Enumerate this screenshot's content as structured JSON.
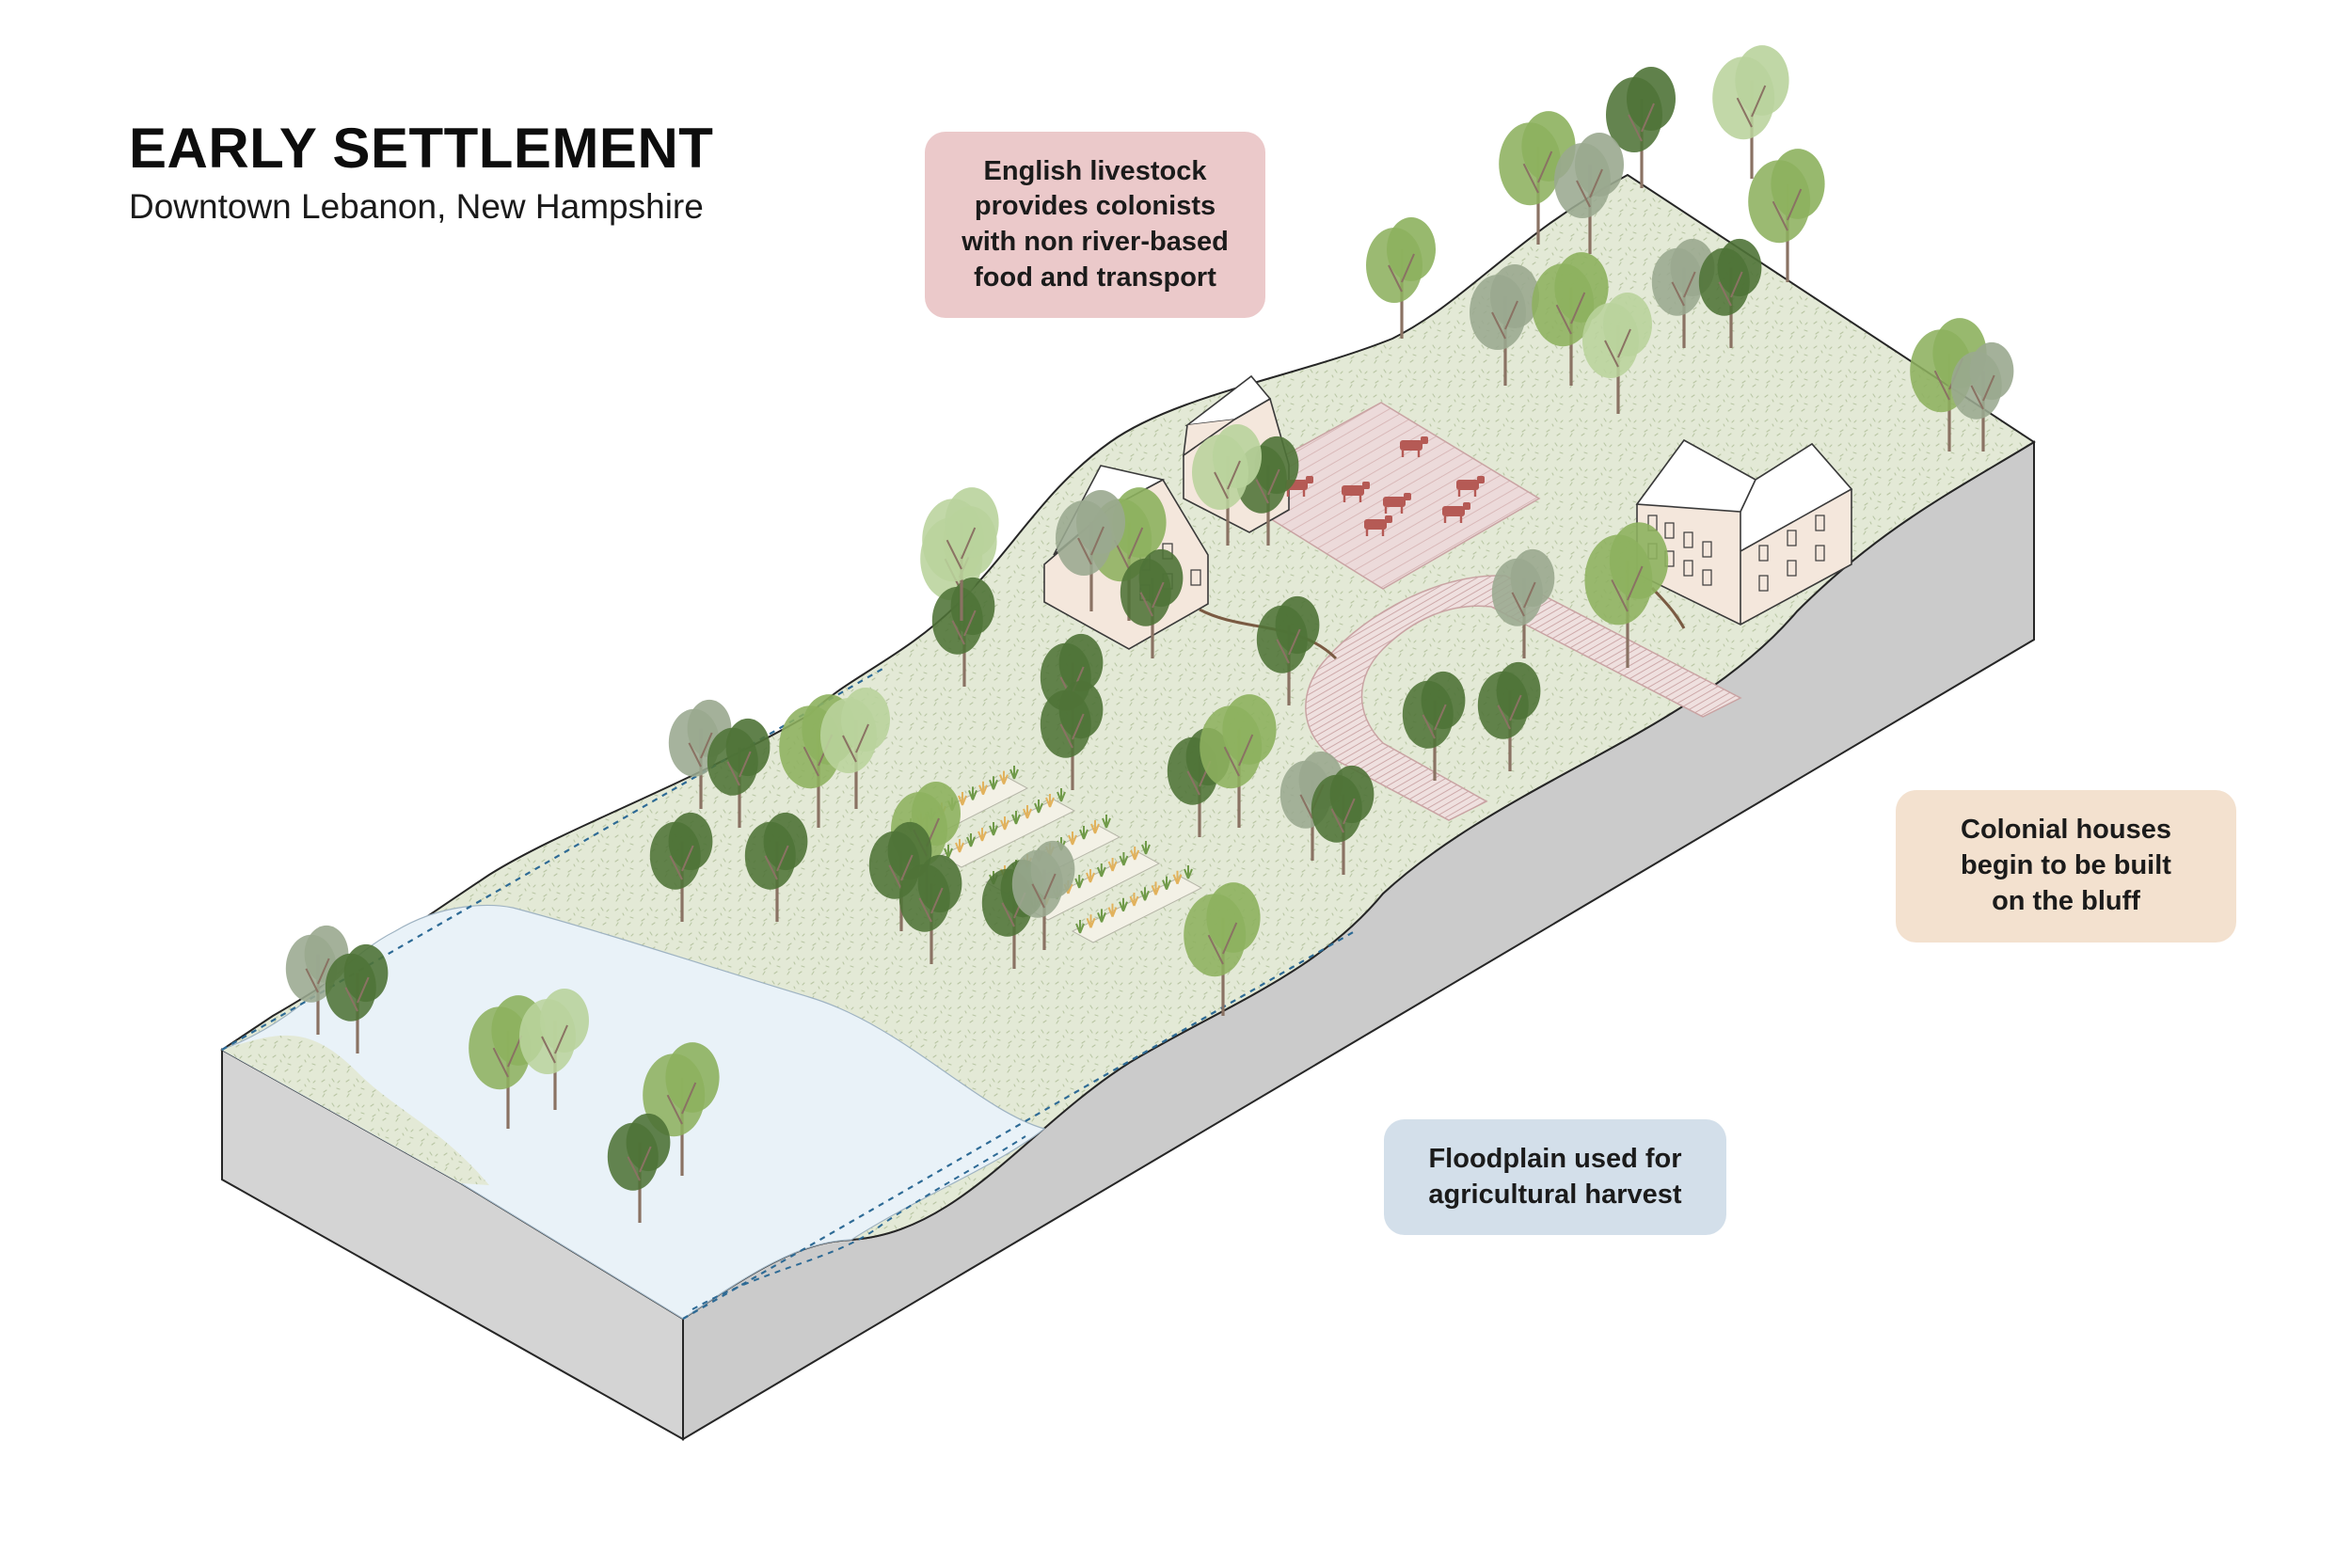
{
  "title": "EARLY SETTLEMENT",
  "subtitle": "Downtown Lebanon, New Hampshire",
  "callouts": {
    "livestock": {
      "lines": [
        "English livestock",
        "provides colonists",
        "with non river-based",
        "food and transport"
      ],
      "color": "#ebc9ca"
    },
    "houses": {
      "lines": [
        "Colonial houses",
        "begin to be built",
        "on the bluff"
      ],
      "color": "#f3e1cf"
    },
    "floodplain": {
      "lines": [
        "Floodplain used for",
        "agricultural harvest"
      ],
      "color": "#d3dfea"
    }
  },
  "colors": {
    "ground": "#e3e9d6",
    "river": "#e9f2f8",
    "block_front": "#d4d4d4",
    "block_side": "#cbcbcb",
    "tree_dark": "#4f7337",
    "tree_mid": "#8db15e",
    "tree_light": "#b9d39c",
    "tree_sage": "#9aa98f",
    "cow": "#b55a55",
    "house_wall": "#f4e7dc",
    "pasture": "#ead7d7",
    "dashed_line": "#2d6a95"
  },
  "icons": [
    "tree-icon",
    "house-icon",
    "cow-icon",
    "crop-icon"
  ]
}
